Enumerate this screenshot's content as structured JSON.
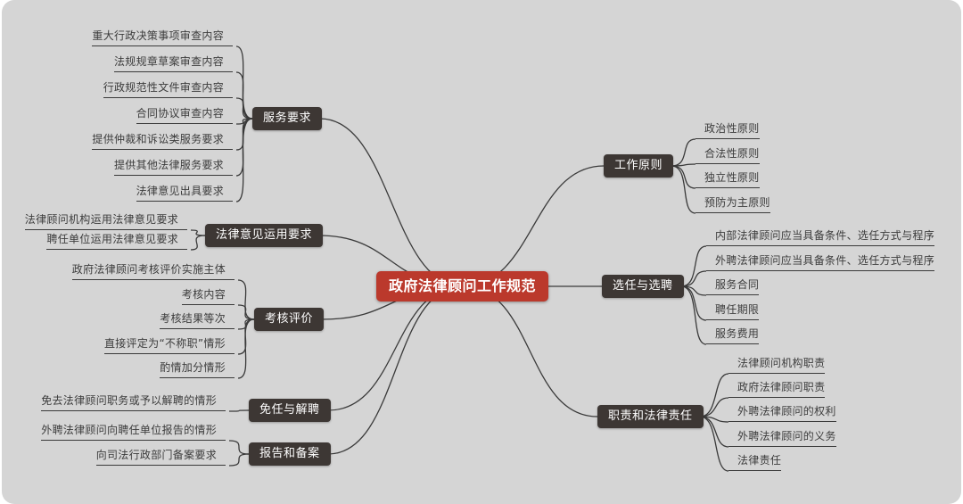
{
  "title": "政府法律顾问工作规范",
  "colors": {
    "background": "#d5d5d5",
    "central_bg": "#bb392c",
    "branch_bg": "#3d3734",
    "line": "#3a3a3a"
  },
  "left_branches": [
    {
      "label": "服务要求",
      "children": [
        "重大行政决策事项审查内容",
        "法规规章草案审查内容",
        "行政规范性文件审查内容",
        "合同协议审查内容",
        "提供仲裁和诉讼类服务要求",
        "提供其他法律服务要求",
        "法律意见出具要求"
      ]
    },
    {
      "label": "法律意见运用要求",
      "children": [
        "法律顾问机构运用法律意见要求",
        "聘任单位运用法律意见要求"
      ]
    },
    {
      "label": "考核评价",
      "children": [
        "政府法律顾问考核评价实施主体",
        "考核内容",
        "考核结果等次",
        "直接评定为“不称职”情形",
        "酌情加分情形"
      ]
    },
    {
      "label": "免任与解聘",
      "children": [
        "免去法律顾问职务或予以解聘的情形"
      ]
    },
    {
      "label": "报告和备案",
      "children": [
        "外聘法律顾问向聘任单位报告的情形",
        "向司法行政部门备案要求"
      ]
    }
  ],
  "right_branches": [
    {
      "label": "工作原则",
      "children": [
        "政治性原则",
        "合法性原则",
        "独立性原则",
        "预防为主原则"
      ]
    },
    {
      "label": "选任与选聘",
      "children": [
        "内部法律顾问应当具备条件、选任方式与程序",
        "外聘法律顾问应当具备条件、选任方式与程序",
        "服务合同",
        "聘任期限",
        "服务费用"
      ]
    },
    {
      "label": "职责和法律责任",
      "children": [
        "法律顾问机构职责",
        "政府法律顾问职责",
        "外聘法律顾问的权利",
        "外聘法律顾问的义务",
        "法律责任"
      ]
    }
  ]
}
